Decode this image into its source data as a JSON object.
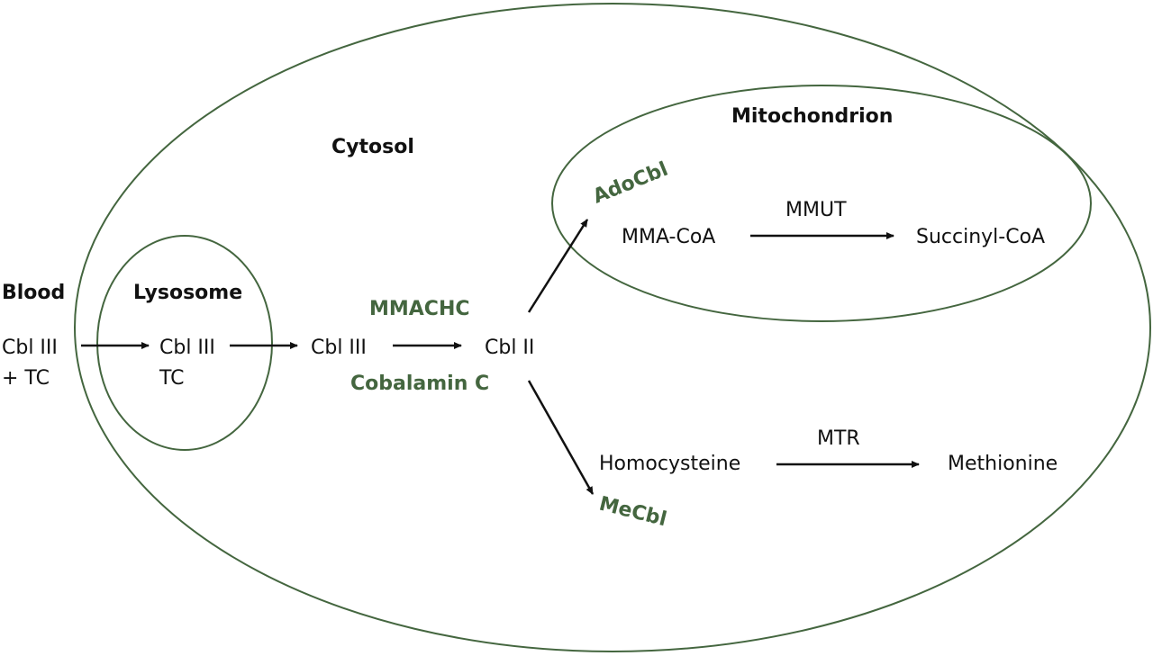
{
  "compartments": {
    "blood": "Blood",
    "cytosol": "Cytosol",
    "lysosome": "Lysosome",
    "mitochondrion": "Mitochondrion"
  },
  "blood_species": {
    "line1": "Cbl III",
    "line2": "+ TC"
  },
  "lysosome_species": {
    "line1": "Cbl III",
    "line2": "TC"
  },
  "cytosol_species": {
    "cbl3": "Cbl III",
    "cbl2": "Cbl II",
    "enzyme_top": "MMACHC",
    "enzyme_bottom": "Cobalamin C"
  },
  "mito_pathway": {
    "cofactor": "AdoCbl",
    "substrate": "MMA-CoA",
    "enzyme": "MMUT",
    "product": "Succinyl-CoA"
  },
  "cyto_pathway": {
    "cofactor": "MeCbl",
    "substrate": "Homocysteine",
    "enzyme": "MTR",
    "product": "Methionine"
  },
  "colors": {
    "membrane": "#44663f",
    "enzyme_text": "#44663f",
    "text": "#111111"
  }
}
